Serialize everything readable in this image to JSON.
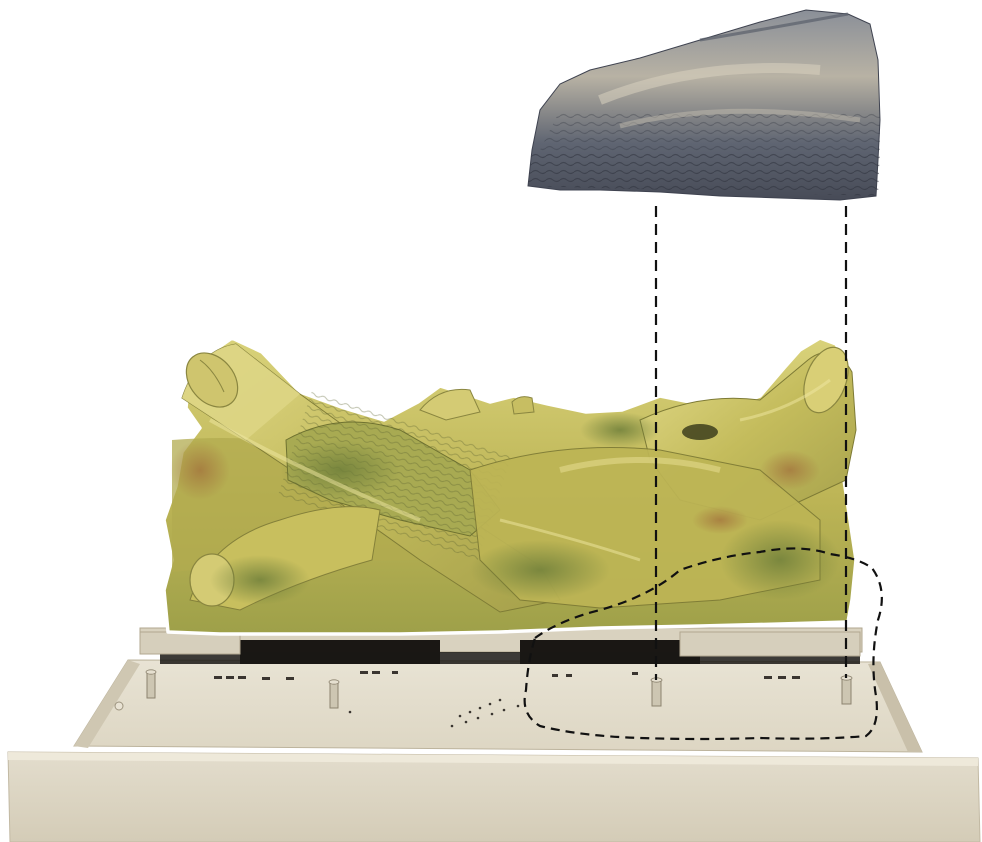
{
  "image": {
    "background": "#ffffff",
    "palette": {
      "log_yellow": "#c9c25a",
      "log_moss": "#8f9a4a",
      "log_shadow": "#6b6f33",
      "log_highlight": "#e4dd8e",
      "log_rust": "#9a5a33",
      "top_log_gray": "#6e7482",
      "top_log_light": "#b9b3a6",
      "top_log_dark": "#3f4350",
      "tray_beige": "#d8d1be",
      "tray_shadow": "#b8ae97",
      "tray_front": "#e2dccb",
      "black_strip": "#1a1714",
      "outline_white": "#ffffff",
      "dashed_line": "#111111"
    },
    "elements": [
      {
        "name": "detached-log-piece",
        "description_key": "gray-bark-log"
      },
      {
        "name": "log-set",
        "description_key": "yellow-green-artificial-logs"
      },
      {
        "name": "ember-tray",
        "description_key": "beige-metal-tray"
      },
      {
        "name": "alignment-guides",
        "description_key": "dashed-vertical-lines"
      },
      {
        "name": "placement-outline",
        "description_key": "dashed-footprint"
      }
    ]
  }
}
